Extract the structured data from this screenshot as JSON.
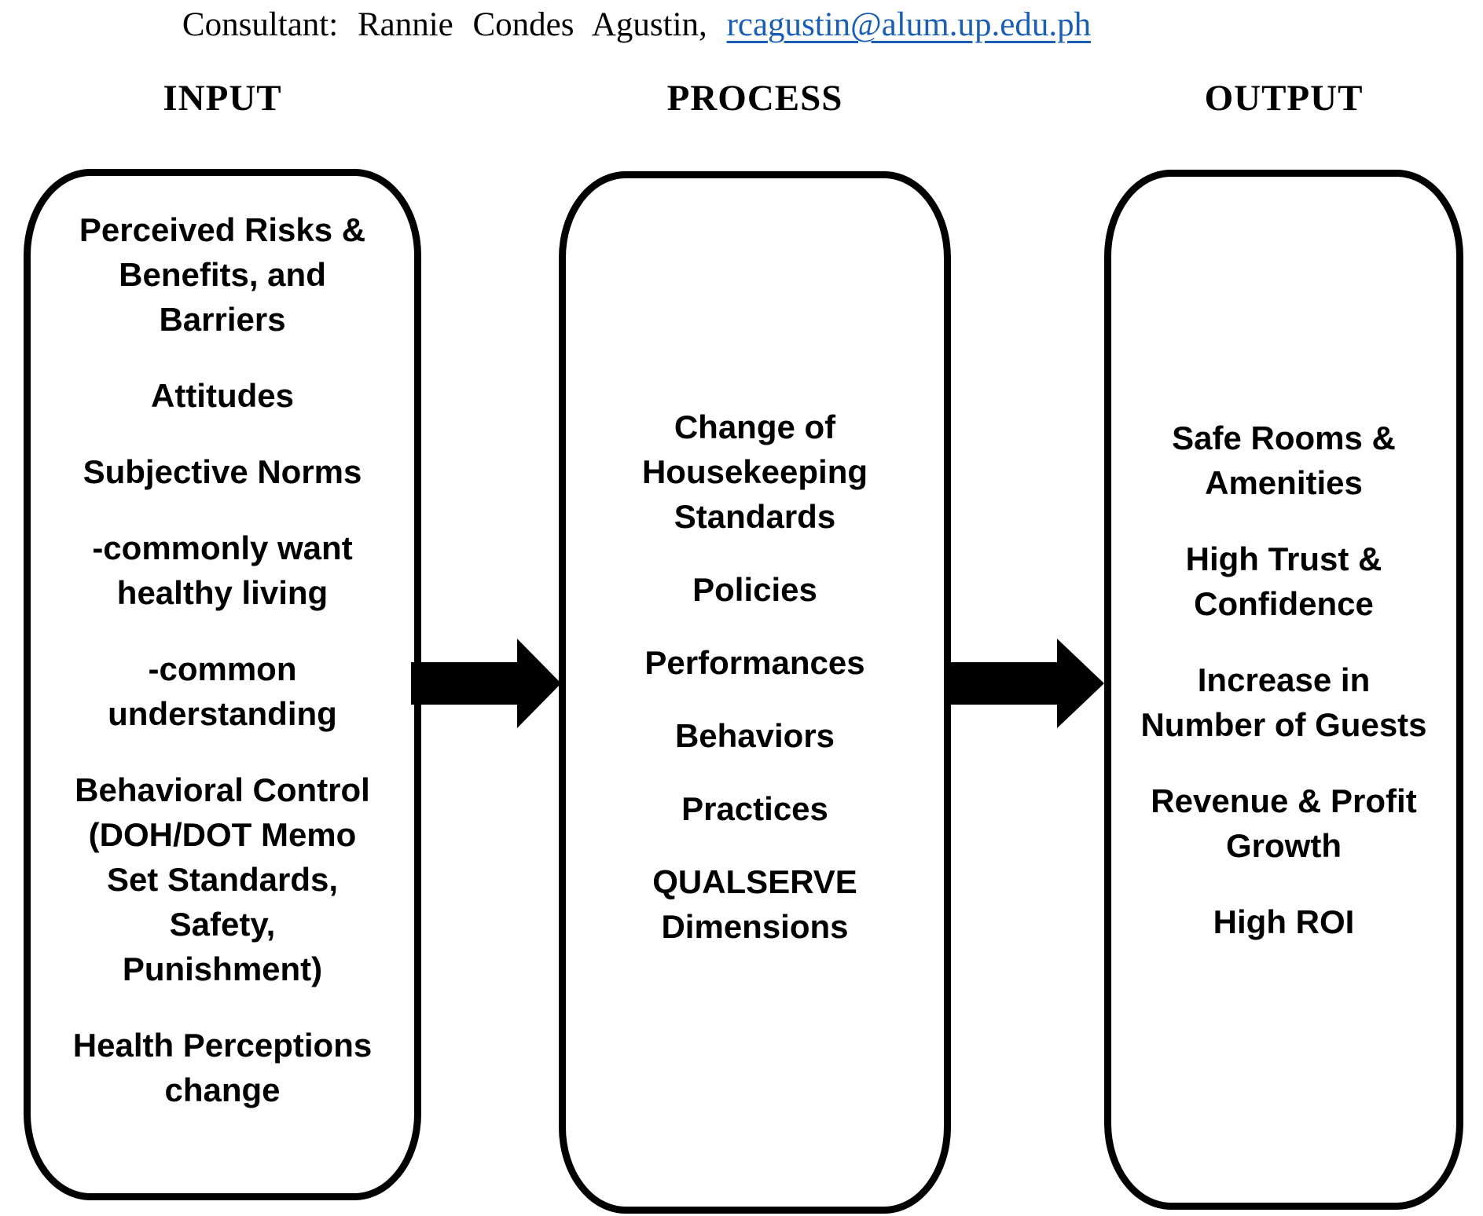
{
  "header": {
    "prefix": "Consultant:  Rannie  Condes  Agustin, ",
    "email": "rcagustin@alum.up.edu.ph"
  },
  "colors": {
    "link_blue": "#1B5EB5",
    "ink": "#000000"
  },
  "columns": [
    {
      "title": "INPUT",
      "items": [
        "Perceived Risks &\nBenefits, and\nBarriers",
        "Attitudes",
        "Subjective Norms",
        "-commonly want\nhealthy living",
        "-common\nunderstanding",
        "Behavioral Control\n(DOH/DOT Memo\nSet Standards,\nSafety,\nPunishment)",
        "Health Perceptions\nchange"
      ]
    },
    {
      "title": "PROCESS",
      "items": [
        "Change of\nHousekeeping\nStandards",
        "Policies",
        "Performances",
        "Behaviors",
        "Practices",
        "QUALSERVE\nDimensions"
      ]
    },
    {
      "title": "OUTPUT",
      "items": [
        "Safe Rooms &\nAmenities",
        "High Trust &\nConfidence",
        "Increase in\nNumber of Guests",
        "Revenue & Profit\nGrowth",
        "High ROI"
      ]
    }
  ]
}
